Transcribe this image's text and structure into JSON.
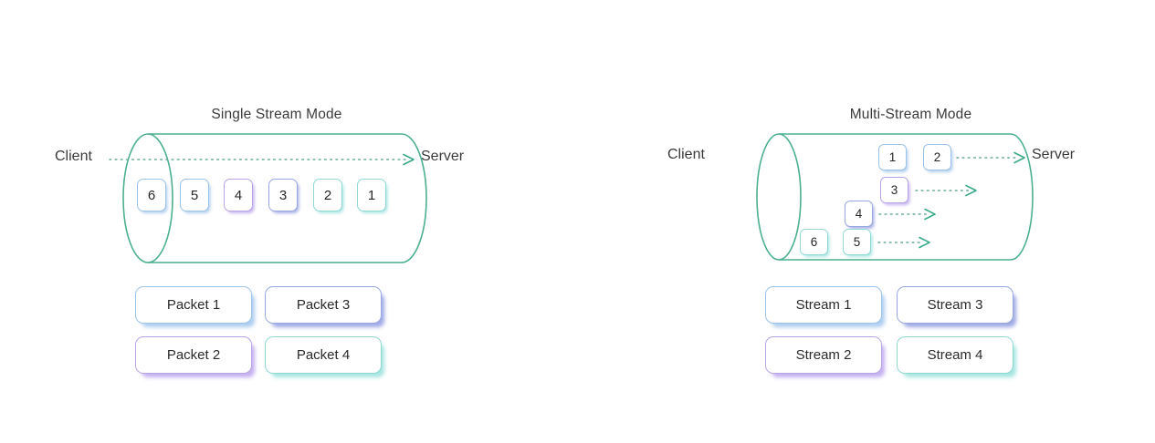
{
  "diagram": {
    "background": "#ffffff",
    "cylinder_color": "#4caf8f",
    "arrow_color": "#3aa98a",
    "palette": {
      "blue": "#9cc3e8",
      "indigo": "#9aa8e0",
      "purple": "#b9a5e6",
      "teal": "#8fd8d4"
    }
  },
  "left": {
    "title": "Single Stream Mode",
    "client_label": "Client",
    "server_label": "Server",
    "boxes": [
      {
        "label": "6",
        "color": "blue"
      },
      {
        "label": "5",
        "color": "blue"
      },
      {
        "label": "4",
        "color": "purple"
      },
      {
        "label": "3",
        "color": "indigo"
      },
      {
        "label": "2",
        "color": "teal"
      },
      {
        "label": "1",
        "color": "teal"
      }
    ],
    "legend": [
      {
        "label": "Packet 1",
        "color": "blue"
      },
      {
        "label": "Packet 3",
        "color": "indigo"
      },
      {
        "label": "Packet 2",
        "color": "purple"
      },
      {
        "label": "Packet 4",
        "color": "teal"
      }
    ]
  },
  "right": {
    "title": "Multi-Stream Mode",
    "client_label": "Client",
    "server_label": "Server",
    "rows": [
      {
        "boxes": [
          {
            "label": "1",
            "color": "blue"
          },
          {
            "label": "2",
            "color": "blue"
          }
        ]
      },
      {
        "boxes": [
          {
            "label": "3",
            "color": "purple"
          }
        ]
      },
      {
        "boxes": [
          {
            "label": "4",
            "color": "indigo"
          }
        ]
      },
      {
        "boxes": [
          {
            "label": "6",
            "color": "teal"
          },
          {
            "label": "5",
            "color": "teal"
          }
        ]
      }
    ],
    "legend": [
      {
        "label": "Stream 1",
        "color": "blue"
      },
      {
        "label": "Stream 3",
        "color": "indigo"
      },
      {
        "label": "Stream 2",
        "color": "purple"
      },
      {
        "label": "Stream 4",
        "color": "teal"
      }
    ]
  }
}
